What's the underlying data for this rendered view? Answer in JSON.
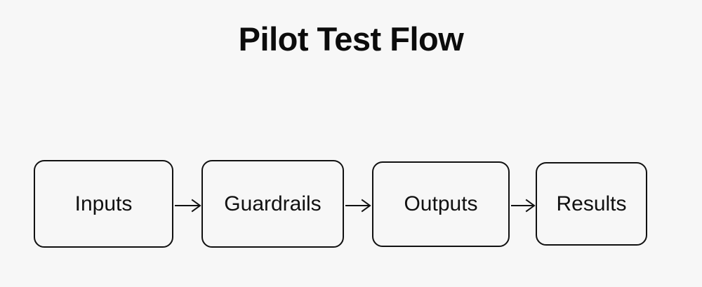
{
  "diagram": {
    "title": "Pilot Test Flow",
    "type": "flowchart",
    "orientation": "horizontal",
    "background_color": "#f7f7f7",
    "stroke_color": "#111111",
    "text_color": "#111111",
    "node_fill_color": "#f7f7f7",
    "nodes": [
      {
        "id": "inputs",
        "label": "Inputs",
        "shape": "rounded-rectangle"
      },
      {
        "id": "guardrails",
        "label": "Guardrails",
        "shape": "rounded-rectangle"
      },
      {
        "id": "outputs",
        "label": "Outputs",
        "shape": "rounded-rectangle"
      },
      {
        "id": "results",
        "label": "Results",
        "shape": "rounded-rectangle"
      }
    ],
    "edges": [
      {
        "from": "inputs",
        "to": "guardrails",
        "style": "arrow-right"
      },
      {
        "from": "guardrails",
        "to": "outputs",
        "style": "arrow-right"
      },
      {
        "from": "outputs",
        "to": "results",
        "style": "arrow-right"
      }
    ]
  }
}
